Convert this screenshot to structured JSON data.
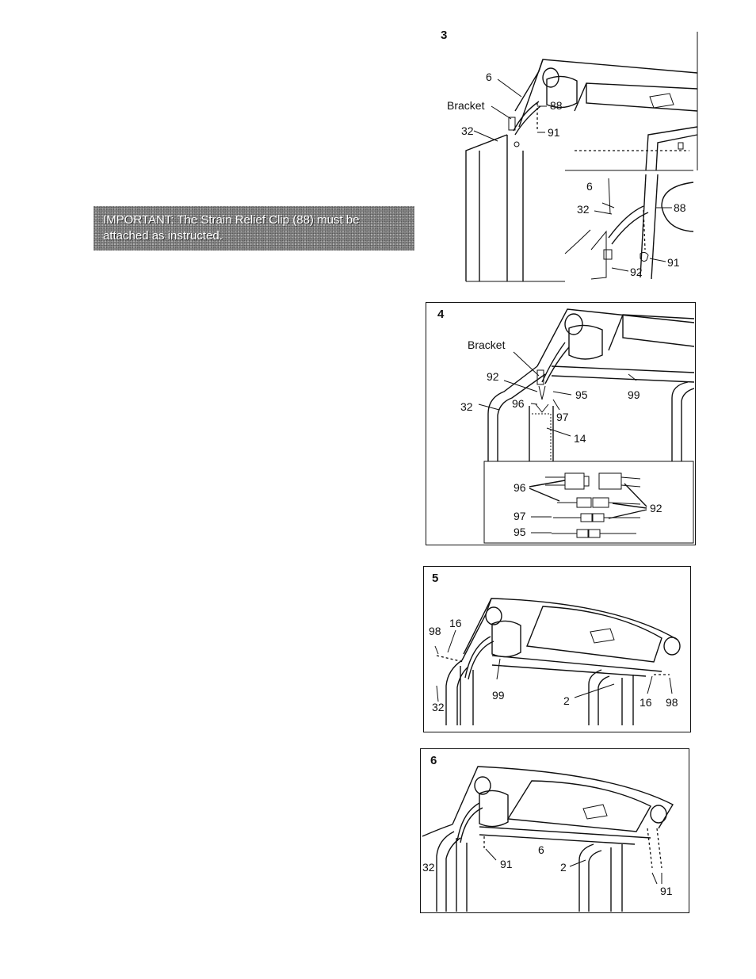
{
  "notice": {
    "line1": "IMPORTANT: The Strain Relief Clip (88) must be",
    "line2": "attached as instructed."
  },
  "figures": {
    "step3": {
      "number": "3",
      "callouts": {
        "bracket": "Bracket",
        "p6": "6",
        "p88": "88",
        "p32": "32",
        "p91": "91",
        "inset_p6": "6",
        "inset_p32": "32",
        "inset_p88": "88",
        "inset_p91": "91",
        "inset_p92": "92"
      }
    },
    "step4": {
      "number": "4",
      "callouts": {
        "bracket": "Bracket",
        "p92": "92",
        "p95": "95",
        "p99": "99",
        "p96": "96",
        "p97": "97",
        "p32": "32",
        "p14": "14",
        "inset_p96": "96",
        "inset_p92": "92",
        "inset_p97": "97",
        "inset_p95": "95"
      }
    },
    "step5": {
      "number": "5",
      "callouts": {
        "p98a": "98",
        "p16a": "16",
        "p32": "32",
        "p99": "99",
        "p2": "2",
        "p16b": "16",
        "p98b": "98"
      }
    },
    "step6": {
      "number": "6",
      "callouts": {
        "p32": "32",
        "p91a": "91",
        "p6": "6",
        "p2": "2",
        "p91b": "91"
      }
    }
  }
}
